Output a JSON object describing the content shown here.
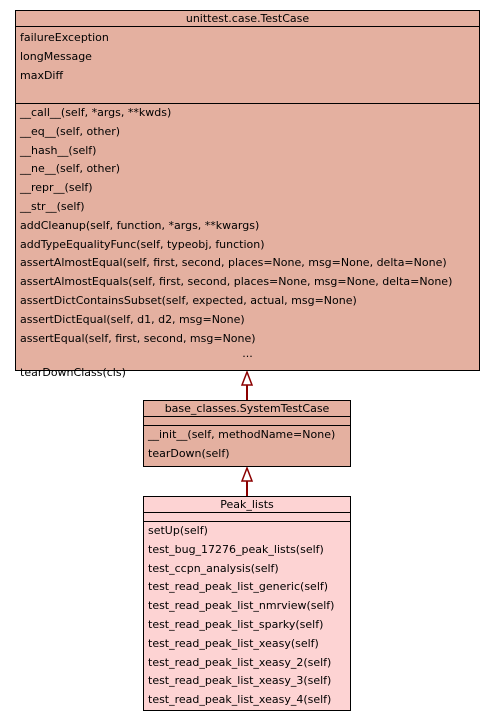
{
  "classes": {
    "testcase": {
      "name": "unittest.case.TestCase",
      "attributes": [
        "failureException",
        "longMessage",
        "maxDiff"
      ],
      "methods": [
        "__call__(self, *args, **kwds)",
        "__eq__(self, other)",
        "__hash__(self)",
        "__ne__(self, other)",
        "__repr__(self)",
        "__str__(self)",
        "addCleanup(self, function, *args, **kwargs)",
        "addTypeEqualityFunc(self, typeobj, function)",
        "assertAlmostEqual(self, first, second, places=None, msg=None, delta=None)",
        "assertAlmostEquals(self, first, second, places=None, msg=None, delta=None)",
        "assertDictContainsSubset(self, expected, actual, msg=None)",
        "assertDictEqual(self, d1, d2, msg=None)",
        "assertEqual(self, first, second, msg=None)"
      ],
      "ellipsis": "...",
      "last_method": "tearDownClass(cls)"
    },
    "systest": {
      "name": "base_classes.SystemTestCase",
      "methods": [
        "__init__(self, methodName=None)",
        "tearDown(self)"
      ]
    },
    "peak": {
      "name": "Peak_lists",
      "methods": [
        "setUp(self)",
        "test_bug_17276_peak_lists(self)",
        "test_ccpn_analysis(self)",
        "test_read_peak_list_generic(self)",
        "test_read_peak_list_nmrview(self)",
        "test_read_peak_list_sparky(self)",
        "test_read_peak_list_xeasy(self)",
        "test_read_peak_list_xeasy_2(self)",
        "test_read_peak_list_xeasy_3(self)",
        "test_read_peak_list_xeasy_4(self)"
      ]
    }
  },
  "colors": {
    "base_fill": "#e4b0a0",
    "leaf_fill": "#fdd3d3",
    "edge": "#8b0000"
  }
}
